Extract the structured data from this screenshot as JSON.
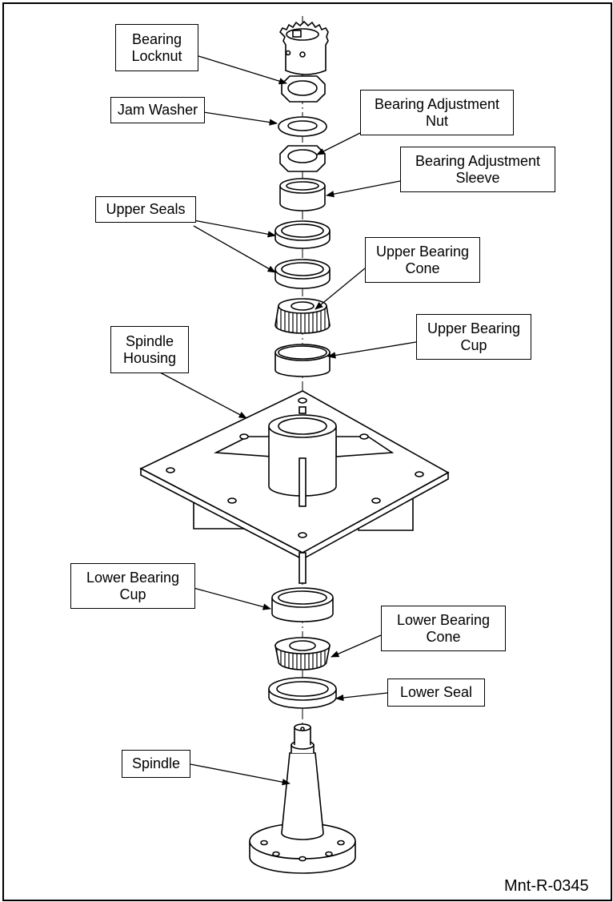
{
  "labels": {
    "bearing_locknut": [
      "Bearing",
      "Locknut"
    ],
    "jam_washer": [
      "Jam Washer"
    ],
    "bearing_adjustment_nut": [
      "Bearing Adjustment",
      "Nut"
    ],
    "bearing_adjustment_sleeve": [
      "Bearing Adjustment",
      "Sleeve"
    ],
    "upper_seals": [
      "Upper Seals"
    ],
    "upper_bearing_cone": [
      "Upper Bearing",
      "Cone"
    ],
    "upper_bearing_cup": [
      "Upper Bearing",
      "Cup"
    ],
    "spindle_housing": [
      "Spindle",
      "Housing"
    ],
    "lower_bearing_cup": [
      "Lower Bearing",
      "Cup"
    ],
    "lower_bearing_cone": [
      "Lower Bearing",
      "Cone"
    ],
    "lower_seal": [
      "Lower Seal"
    ],
    "spindle": [
      "Spindle"
    ]
  },
  "figure_code": "Mnt-R-0345"
}
